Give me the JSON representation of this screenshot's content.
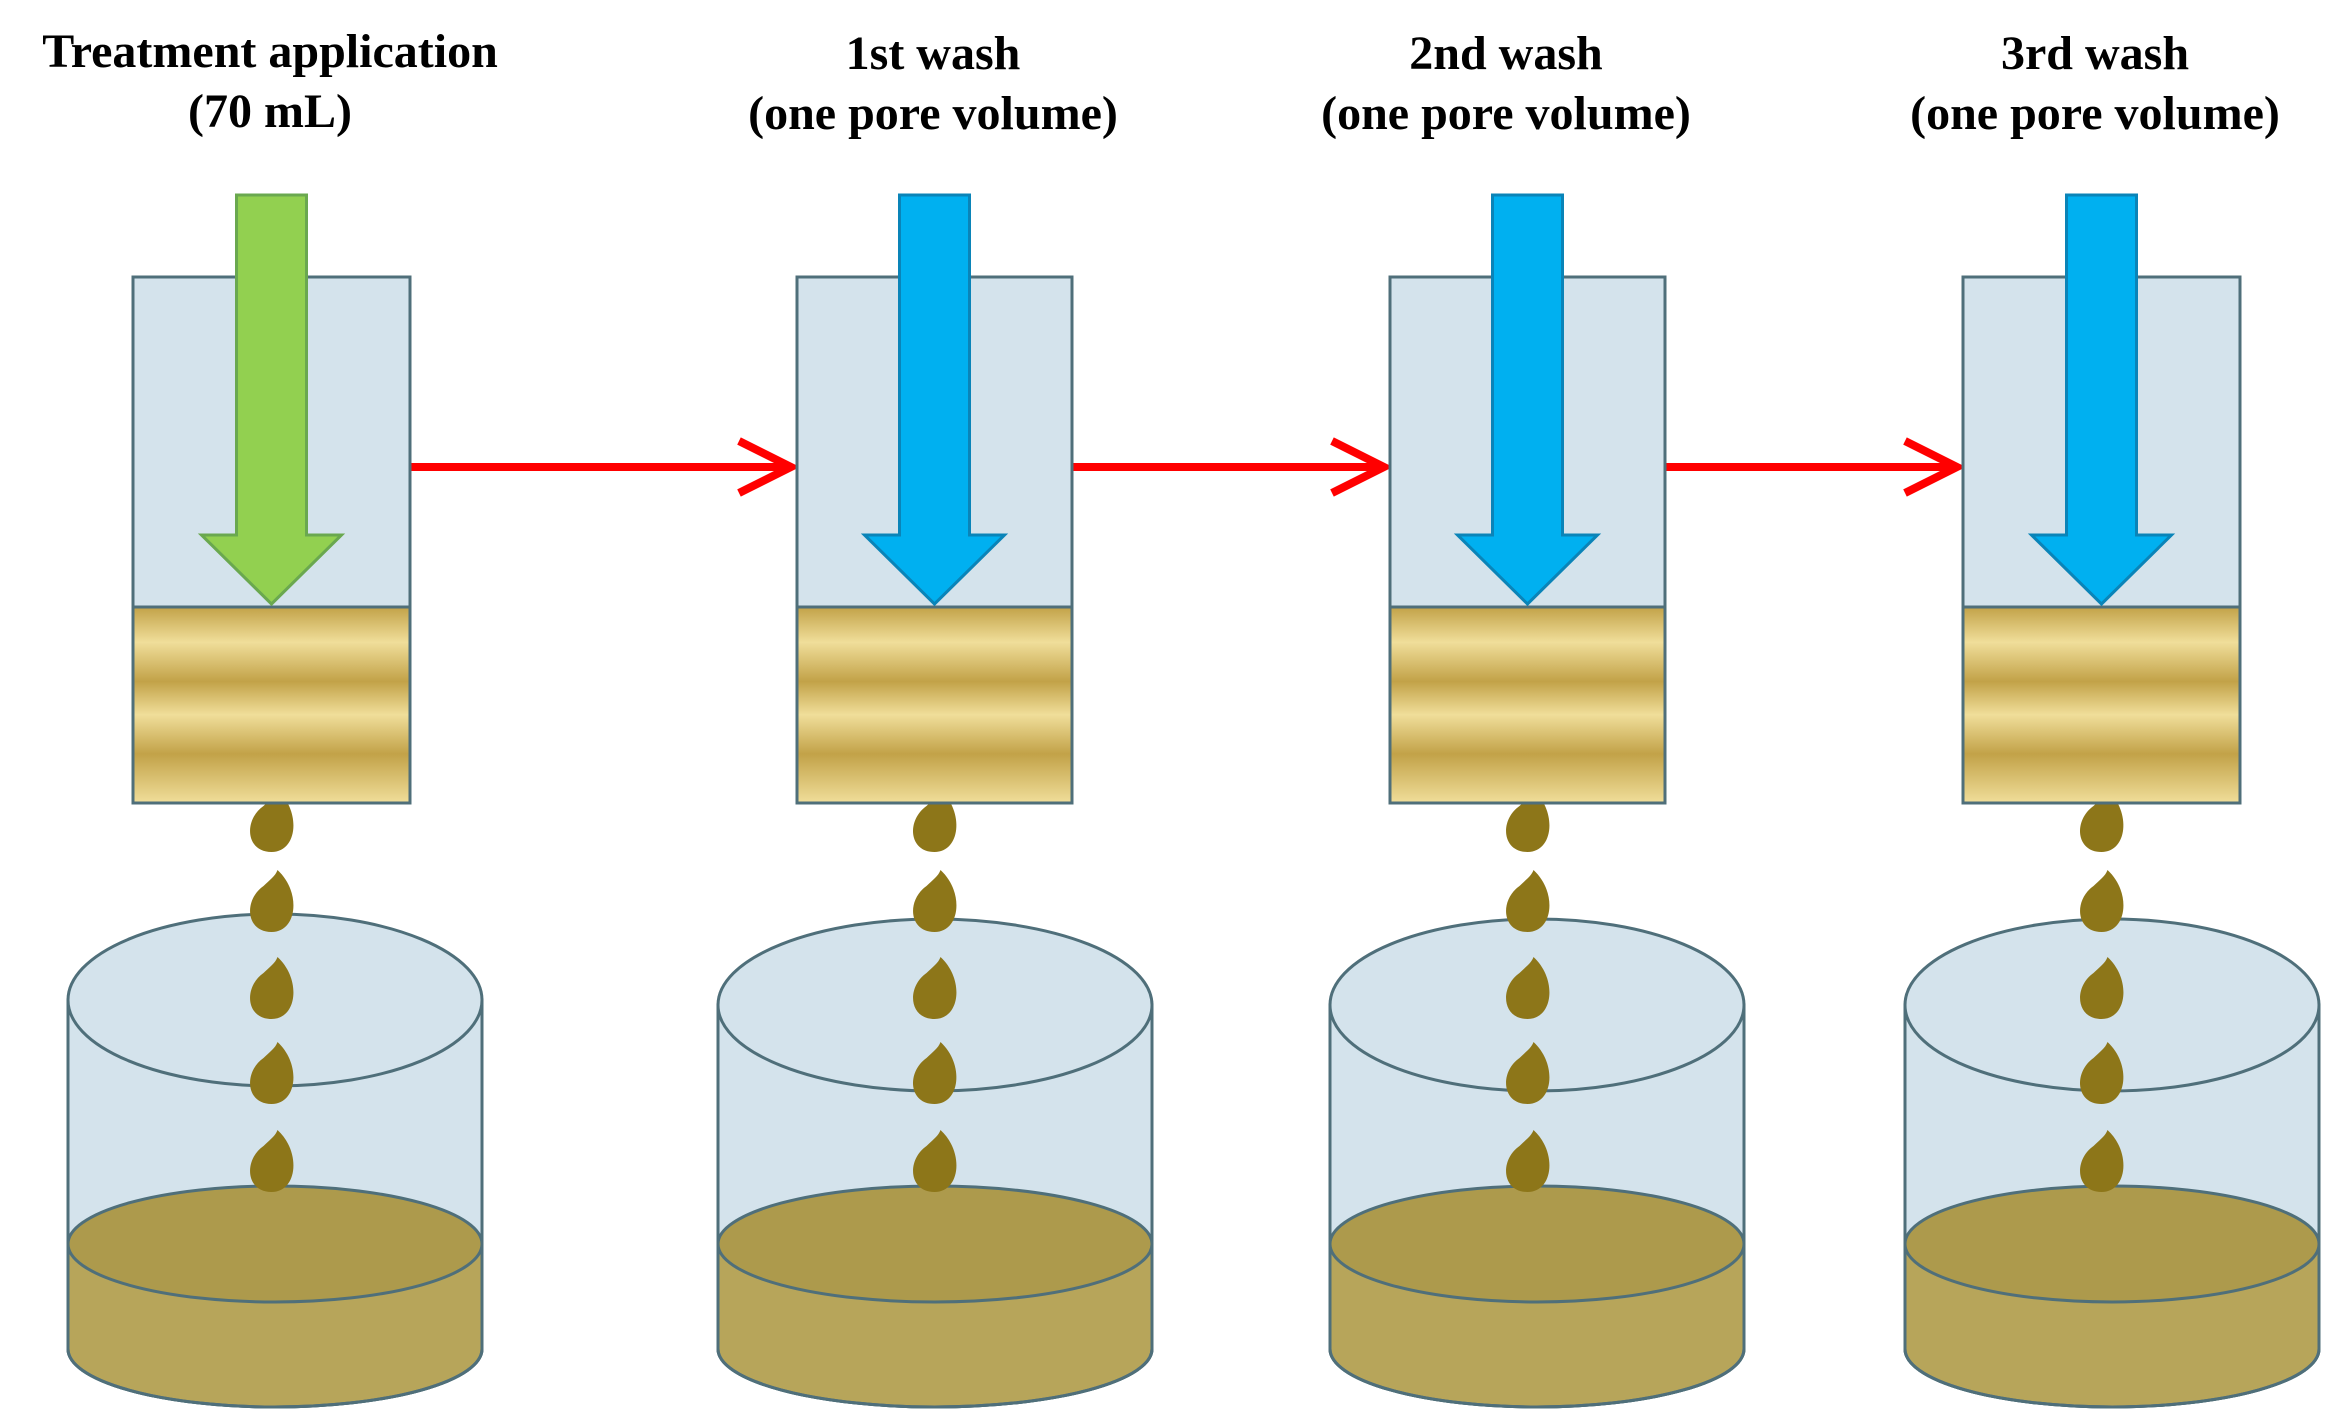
{
  "stages": [
    {
      "title_line1": "Treatment application",
      "title_line2": "(70 mL)",
      "arrow_color": "#92d050",
      "arrow_stroke": "#6aa84f"
    },
    {
      "title_line1": "1st wash",
      "title_line2": "(one pore volume)",
      "arrow_color": "#00b0f0",
      "arrow_stroke": "#0a84b8"
    },
    {
      "title_line1": "2nd wash",
      "title_line2": "(one pore volume)",
      "arrow_color": "#00b0f0",
      "arrow_stroke": "#0a84b8"
    },
    {
      "title_line1": "3rd wash",
      "title_line2": "(one pore volume)",
      "arrow_color": "#00b0f0",
      "arrow_stroke": "#0a84b8"
    }
  ],
  "colors": {
    "column_fill": "#d4e3ec",
    "column_stroke": "#4f6f7a",
    "soil_dark": "#c2a248",
    "soil_light": "#f0de9a",
    "drop": "#8d7619",
    "leachate": "#b7a55a",
    "leachate_top": "#ad9a4c",
    "connector": "#ff0000"
  }
}
